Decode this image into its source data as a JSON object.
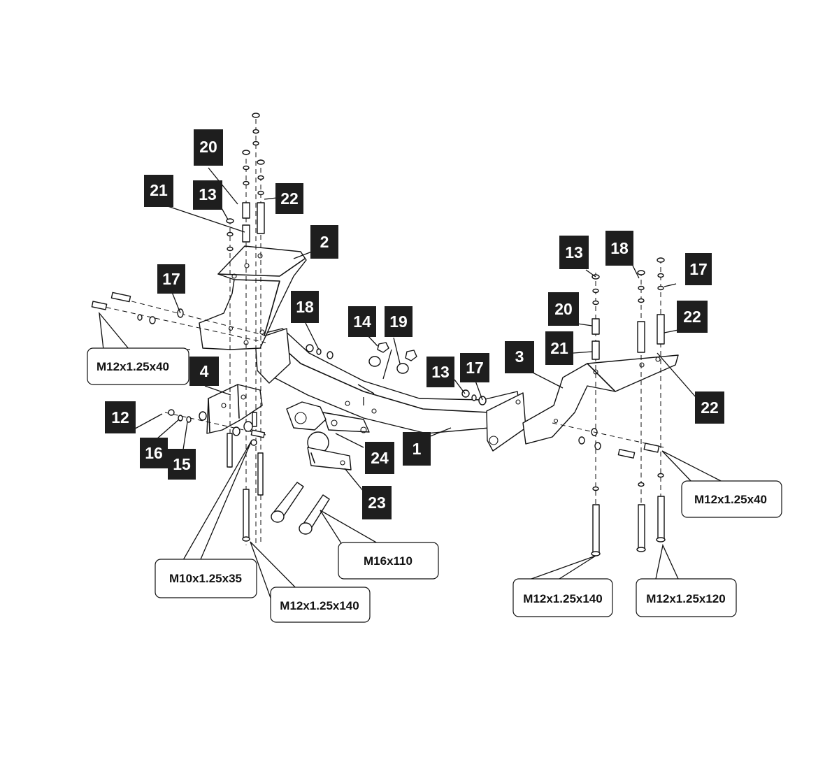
{
  "part_numbers": {
    "p20a": "20",
    "p21a": "21",
    "p13a": "13",
    "p22a": "22",
    "p2": "2",
    "p17a": "17",
    "p18a": "18",
    "p14": "14",
    "p19": "19",
    "p4": "4",
    "p12": "12",
    "p16": "16",
    "p15": "15",
    "p13b": "13",
    "p17b": "17",
    "p24": "24",
    "p1": "1",
    "p23": "23",
    "p3": "3",
    "p13c": "13",
    "p18b": "18",
    "p17c": "17",
    "p20b": "20",
    "p21b": "21",
    "p22b": "22",
    "p22c": "22"
  },
  "bolt_specs": {
    "left_side_bolt": "M12x1.25x40",
    "right_side_bolt": "M12x1.25x40",
    "left_bracket_bolt": "M10x1.25x35",
    "left_vertical_bolt": "M12x1.25x140",
    "tow_ball_bolt": "M16x110",
    "right_vertical_bolt_a": "M12x1.25x140",
    "right_vertical_bolt_b": "M12x1.25x120"
  }
}
